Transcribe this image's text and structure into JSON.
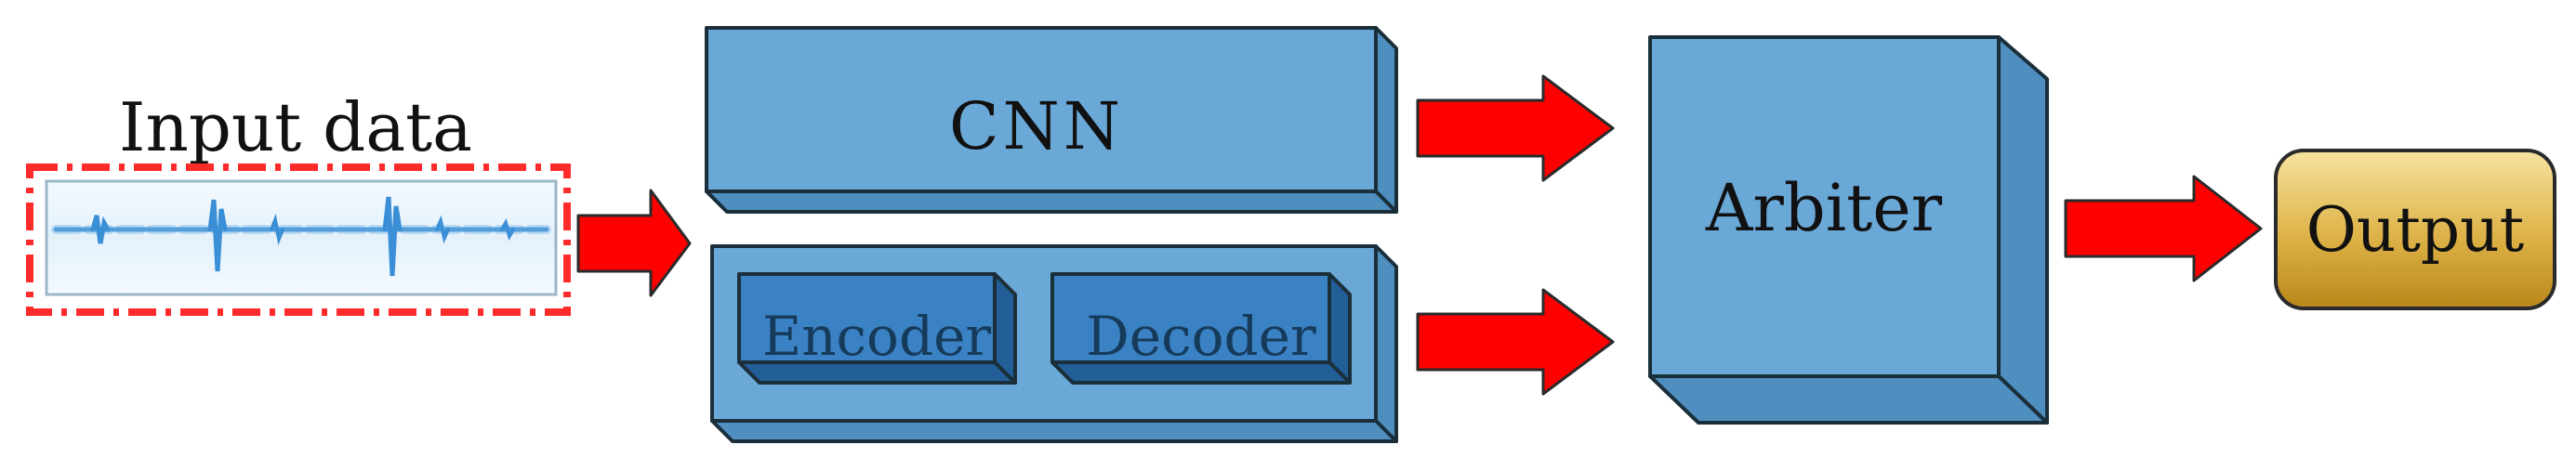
{
  "diagram": {
    "input": {
      "label": "Input data"
    },
    "cnn": {
      "label": "CNN"
    },
    "autoencoder": {
      "encoder_label": "Encoder",
      "decoder_label": "Decoder"
    },
    "arbiter": {
      "label": "Arbiter"
    },
    "output": {
      "label": "Output"
    }
  },
  "colors": {
    "box_face": "#6aa8d8",
    "box_side": "#4f8fc0",
    "box_top": "#8cbfe6",
    "inner_face": "#2f79bd",
    "inner_side": "#225f98",
    "arrow": "#ff0000",
    "input_border": "#ff2a2a",
    "signal": "#3a8fd6",
    "output_gold_light": "#f4d98a",
    "output_gold_dark": "#c08f1a"
  }
}
